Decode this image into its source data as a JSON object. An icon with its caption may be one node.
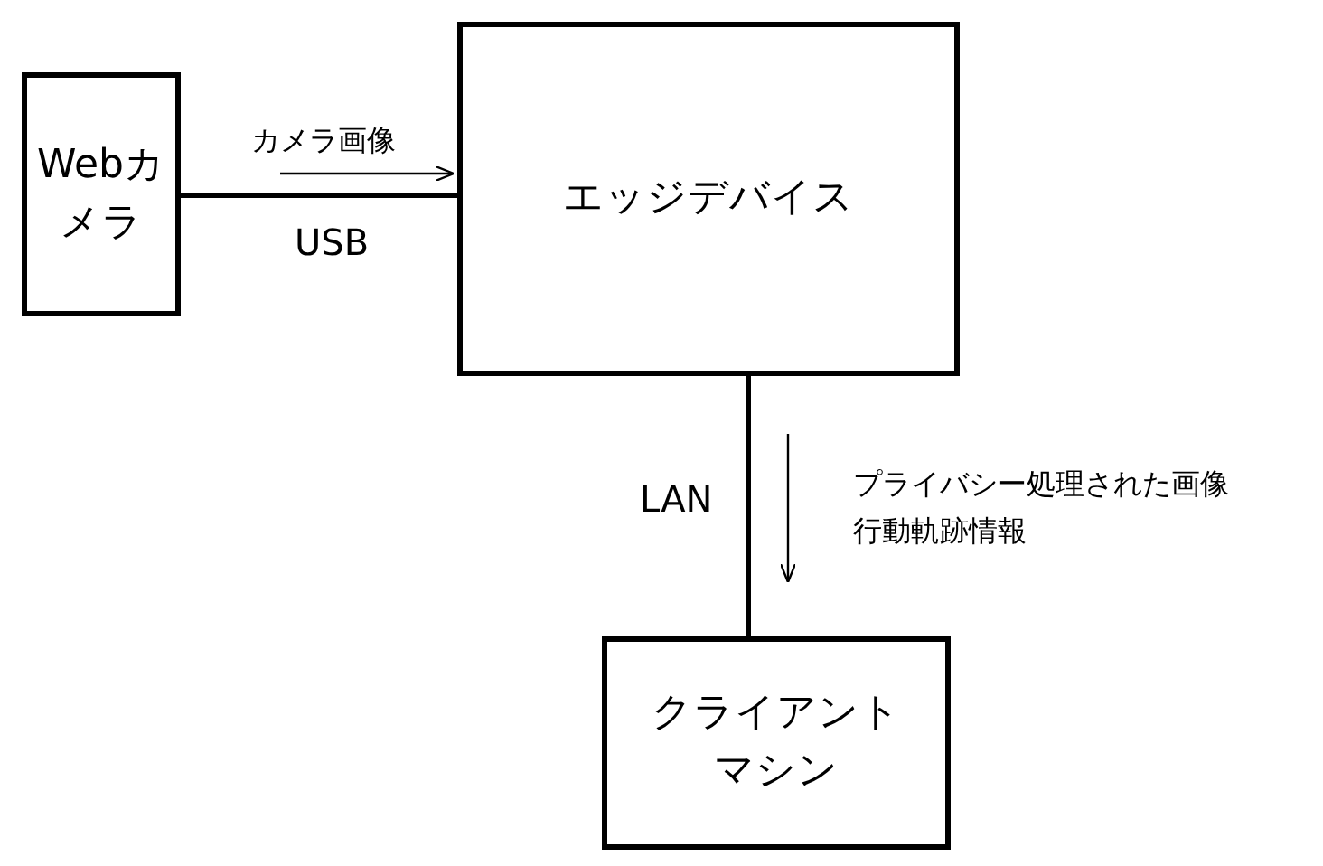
{
  "diagram": {
    "nodes": [
      {
        "text": [
          "Webカメラ"
        ]
      },
      {
        "text": [
          "エッジデバイス"
        ]
      },
      {
        "text": [
          "クライアントマシン"
        ]
      }
    ],
    "edges": [
      {
        "from": 0,
        "to": 1,
        "arrow": "none",
        "label": "USB"
      },
      {
        "from": 1,
        "to": 2,
        "arrow": "none",
        "label": "LAN"
      }
    ],
    "labels": [
      "カメラ画像",
      "プライバシー処理された画像",
      "行動軌跡情報"
    ]
  }
}
